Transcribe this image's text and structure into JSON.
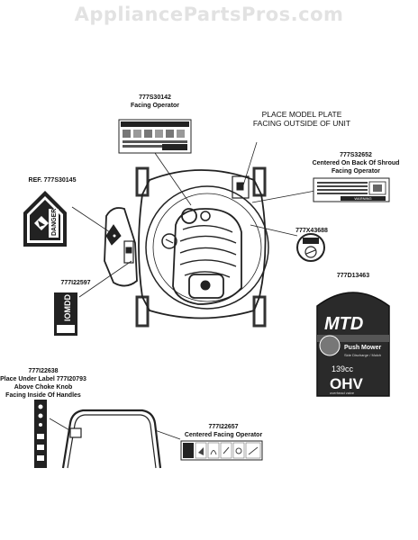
{
  "watermark": "AppliancePartsPros.com",
  "callouts": {
    "top_label": {
      "part": "777S30142",
      "note": "Facing Operator"
    },
    "model_plate": {
      "line1": "PLACE MODEL PLATE",
      "line2": "FACING OUTSIDE OF UNIT"
    },
    "shroud_label": {
      "part": "777S32652",
      "line1": "Centered On Back Of Shroud",
      "line2": "Facing Operator"
    },
    "ref_label": {
      "part": "REF. 777S30145"
    },
    "round_label": {
      "part": "777X43688"
    },
    "side_label": {
      "part": "777I22597"
    },
    "mtd_label": {
      "part": "777D13463"
    },
    "choke_label": {
      "part": "777I22638",
      "line1": "Place Under Label 777I20793",
      "line2": "Above Choke Knob",
      "line3": "Facing Inside Of Handles"
    },
    "handle_label": {
      "part": "777I22657",
      "note": "Centered Facing Operator"
    }
  },
  "decals": {
    "danger_word": "DANGER",
    "warning_word": "WARNING",
    "mtd_brand": "MTD",
    "mtd_product": "Push Mower",
    "mtd_sub": "Side Discharge / Mulch",
    "mtd_cc": "139cc",
    "mtd_engine": "OHV",
    "mtd_engine_sub": "overhead valve",
    "side_decal_text": "IOMDD"
  }
}
